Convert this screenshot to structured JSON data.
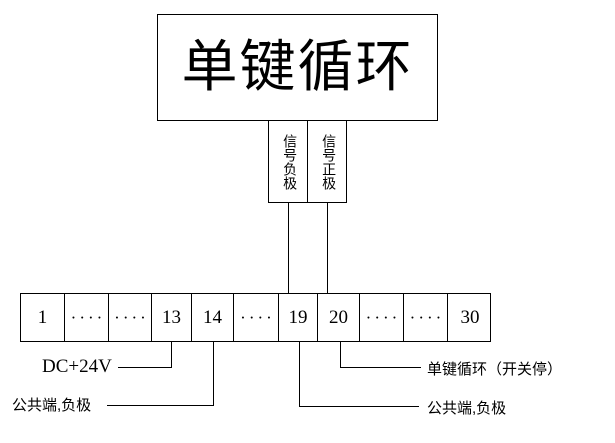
{
  "diagram": {
    "title": "单键循环",
    "signal_labels": {
      "negative": "信号负极",
      "positive": "信号正极"
    },
    "terminal_strip": {
      "cells": [
        {
          "label": "1",
          "kind": "number"
        },
        {
          "label": "····",
          "kind": "dots"
        },
        {
          "label": "····",
          "kind": "dots"
        },
        {
          "label": "13",
          "kind": "number"
        },
        {
          "label": "14",
          "kind": "number"
        },
        {
          "label": "····",
          "kind": "dots"
        },
        {
          "label": "19",
          "kind": "number"
        },
        {
          "label": "20",
          "kind": "number"
        },
        {
          "label": "····",
          "kind": "dots"
        },
        {
          "label": "····",
          "kind": "dots"
        },
        {
          "label": "30",
          "kind": "number"
        }
      ]
    },
    "annotations": {
      "power_positive": "DC+24V",
      "common_negative_left": "公共端,负极",
      "function_right": "单键循环（开关停）",
      "common_negative_right": "公共端,负极"
    },
    "colors": {
      "line": "#000000",
      "background": "#ffffff",
      "text": "#000000"
    }
  }
}
